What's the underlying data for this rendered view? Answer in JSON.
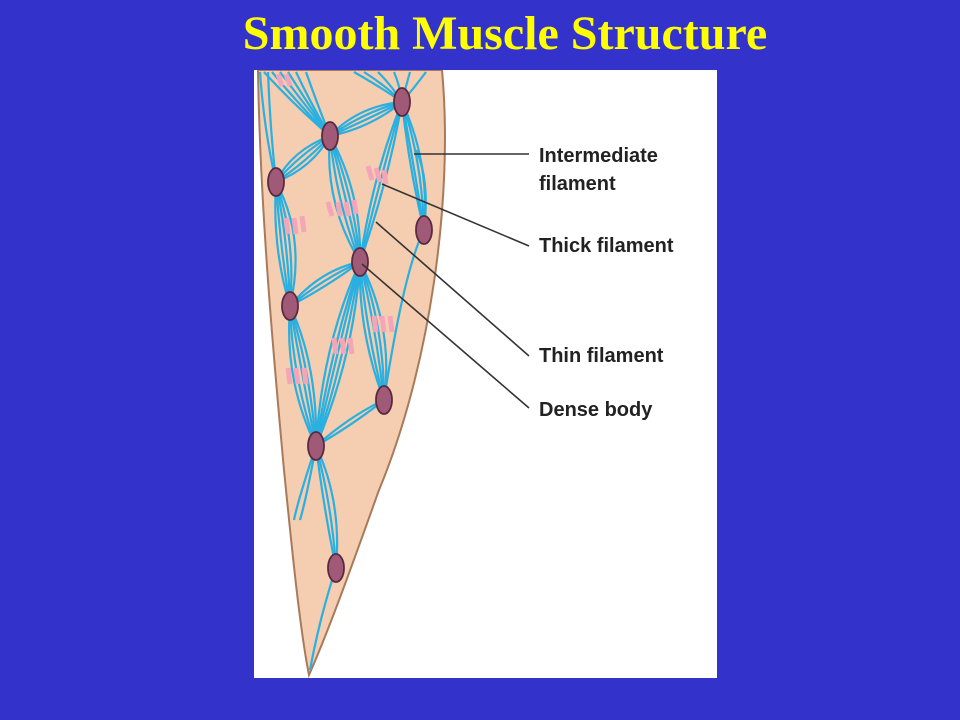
{
  "title": "Smooth Muscle Structure",
  "figure": {
    "labels": {
      "intermediate_line1": "Intermediate",
      "intermediate_line2": "filament",
      "thick": "Thick filament",
      "thin": "Thin filament",
      "dense": "Dense body"
    }
  },
  "colors": {
    "background": "#3333cc",
    "title": "#ffff00",
    "cell": "#f5cdb0",
    "filament": "#2ab0e0",
    "thick_filament": "#f4a6b8",
    "dense_body": "#a05a78"
  }
}
